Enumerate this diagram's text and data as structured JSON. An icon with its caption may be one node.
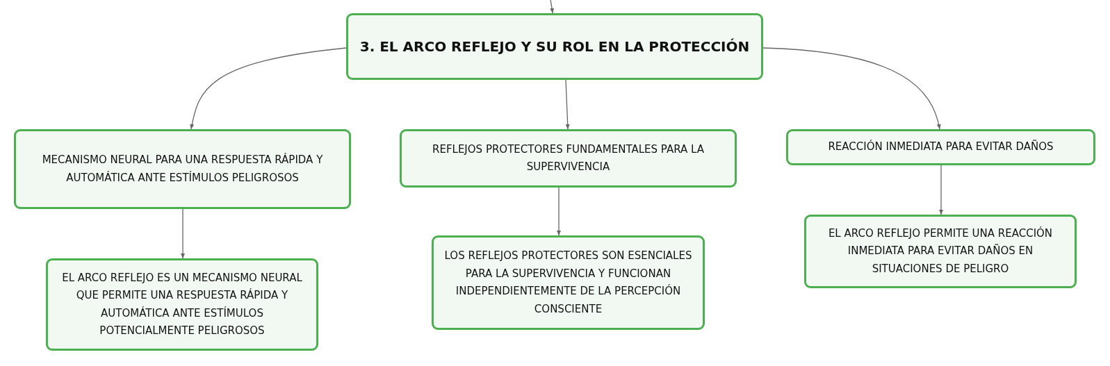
{
  "diagram": {
    "nodes": [
      {
        "text": [
          "3. EL ARCO REFLEJO Y SU ROL EN LA PROTECCIÓN"
        ]
      },
      {
        "text": [
          "MECANISMO NEURAL PARA UNA RESPUESTA RÁPIDA Y AUTOMÁTICA ANTE ESTÍMULOS PELIGROSOS"
        ]
      },
      {
        "text": [
          "REFLEJOS PROTECTORES FUNDAMENTALES PARA LA SUPERVIVENCIA"
        ]
      },
      {
        "text": [
          "REACCIÓN INMEDIATA PARA EVITAR DAÑOS"
        ]
      },
      {
        "text": [
          "EL ARCO REFLEJO ES UN MECANISMO NEURAL QUE PERMITE UNA RESPUESTA RÁPIDA Y AUTOMÁTICA ANTE ESTÍMULOS POTENCIALMENTE PELIGROSOS"
        ]
      },
      {
        "text": [
          "LOS REFLEJOS PROTECTORES SON ESENCIALES PARA LA SUPERVIVENCIA Y FUNCIONAN INDEPENDIENTEMENTE DE LA PERCEPCIÓN CONSCIENTE"
        ]
      },
      {
        "text": [
          "EL ARCO REFLEJO PERMITE UNA REACCIÓN INMEDIATA PARA EVITAR DAÑOS EN SITUACIONES DE PELIGRO"
        ]
      }
    ],
    "edges": [
      {
        "from": null,
        "to": 0,
        "arrow": "to"
      },
      {
        "from": 0,
        "to": 1,
        "arrow": "to"
      },
      {
        "from": 0,
        "to": 2,
        "arrow": "to"
      },
      {
        "from": 0,
        "to": 3,
        "arrow": "to"
      },
      {
        "from": 1,
        "to": 4,
        "arrow": "to"
      },
      {
        "from": 2,
        "to": 5,
        "arrow": "to"
      },
      {
        "from": 3,
        "to": 6,
        "arrow": "to"
      }
    ]
  }
}
